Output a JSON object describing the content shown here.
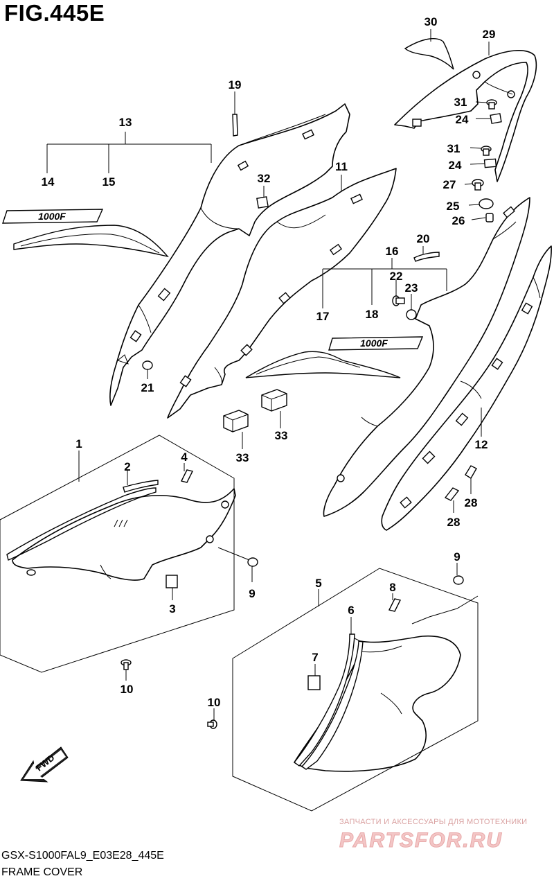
{
  "figure": {
    "title": "FIG.445E",
    "code": "GSX-S1000FAL9_E03E28_445E",
    "name": "FRAME COVER"
  },
  "watermark": {
    "line1": "ЗАПЧАСТИ И АКСЕССУАРЫ ДЛЯ МОТОТЕХНИКИ",
    "logo": "PARTSFOR.RU"
  },
  "decal_text": "1000F",
  "fwd_label": "FWD",
  "callouts": {
    "c1": "1",
    "c2": "2",
    "c3": "3",
    "c4": "4",
    "c5": "5",
    "c6": "6",
    "c7": "7",
    "c8": "8",
    "c9a": "9",
    "c9b": "9",
    "c10a": "10",
    "c10b": "10",
    "c11": "11",
    "c12": "12",
    "c13": "13",
    "c14": "14",
    "c15": "15",
    "c16": "16",
    "c17": "17",
    "c18": "18",
    "c19": "19",
    "c20": "20",
    "c21": "21",
    "c22": "22",
    "c23": "23",
    "c24a": "24",
    "c24b": "24",
    "c25": "25",
    "c26": "26",
    "c27": "27",
    "c28a": "28",
    "c28b": "28",
    "c29": "29",
    "c30": "30",
    "c31a": "31",
    "c31b": "31",
    "c32": "32",
    "c33a": "33",
    "c33b": "33"
  }
}
